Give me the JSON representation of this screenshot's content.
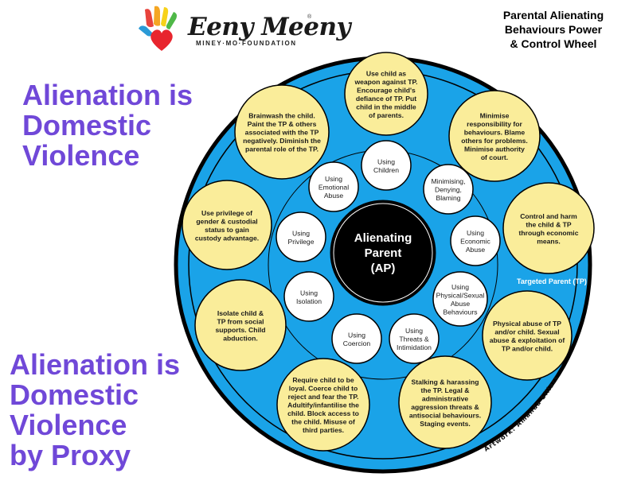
{
  "logo": {
    "name": "Eeny Meeny",
    "registered": "®",
    "subtitle": "MINEY·MO·FOUNDATION",
    "colors": [
      "#e8433c",
      "#f5a623",
      "#f7d21a",
      "#4fb848",
      "#2b9ad6",
      "#7048d8"
    ]
  },
  "title": "Parental Alienating\nBehaviours Power\n& Control Wheel",
  "headline_top": "Alienation is\nDomestic\nViolence",
  "headline_bottom": "Alienation is\nDomestic\nViolence\nby Proxy",
  "center": {
    "lines": [
      "Alienating",
      "Parent",
      "(AP)"
    ]
  },
  "targeted_parent_label": "Targeted Parent (TP)",
  "credit": "Artwork: Amanda Sillars",
  "colors": {
    "ring": "#1aa3e8",
    "yellow": "#faed9a",
    "center": "#000000",
    "headline": "#7048d8"
  },
  "inner_tactics": [
    {
      "id": "children",
      "lines": [
        "Using",
        "Children"
      ]
    },
    {
      "id": "minimising",
      "lines": [
        "Minimising,",
        "Denying,",
        "Blaming"
      ]
    },
    {
      "id": "economic",
      "lines": [
        "Using",
        "Economic",
        "Abuse"
      ]
    },
    {
      "id": "physical",
      "lines": [
        "Using",
        "Physical/Sexual",
        "Abuse",
        "Behaviours"
      ]
    },
    {
      "id": "threats",
      "lines": [
        "Using",
        "Threats &",
        "Intimidation"
      ]
    },
    {
      "id": "coercion",
      "lines": [
        "Using",
        "Coercion"
      ]
    },
    {
      "id": "isolation",
      "lines": [
        "Using",
        "Isolation"
      ]
    },
    {
      "id": "privilege",
      "lines": [
        "Using",
        "Privilege"
      ]
    },
    {
      "id": "emotional",
      "lines": [
        "Using",
        "Emotional",
        "Abuse"
      ]
    }
  ],
  "outer_behaviours": [
    {
      "id": "children",
      "lines": [
        "Use child as",
        "weapon against TP.",
        "Encourage child's",
        "defiance of TP. Put",
        "child in the middle",
        "of parents."
      ]
    },
    {
      "id": "minimising",
      "lines": [
        "Minimise",
        "responsibility for",
        "behaviours. Blame",
        "others for problems.",
        "Minimise authority",
        "of court."
      ]
    },
    {
      "id": "economic",
      "lines": [
        "Control and harm",
        "the child & TP",
        "through economic",
        "means."
      ]
    },
    {
      "id": "physical",
      "lines": [
        "Physical abuse of TP",
        "and/or child. Sexual",
        "abuse & exploitation of",
        "TP and/or child."
      ]
    },
    {
      "id": "threats",
      "lines": [
        "Stalking & harassing",
        "the TP. Legal &",
        "administrative",
        "aggression threats &",
        "antisocial behaviours.",
        "Staging events."
      ]
    },
    {
      "id": "coercion",
      "lines": [
        "Require child to be",
        "loyal. Coerce child to",
        "reject and fear the TP.",
        "Adultify/infantilise the",
        "child. Block access to",
        "the child. Misuse of",
        "third parties."
      ]
    },
    {
      "id": "isolation",
      "lines": [
        "Isolate child &",
        "TP from social",
        "supports. Child",
        "abduction."
      ]
    },
    {
      "id": "privilege",
      "lines": [
        "Use privilege of",
        "gender & custodial",
        "status to gain",
        "custody advantage."
      ]
    },
    {
      "id": "emotional",
      "lines": [
        "Brainwash the child.",
        "Paint the TP & others",
        "associated with the TP",
        "negatively. Diminish the",
        "parental role of the TP."
      ]
    }
  ]
}
